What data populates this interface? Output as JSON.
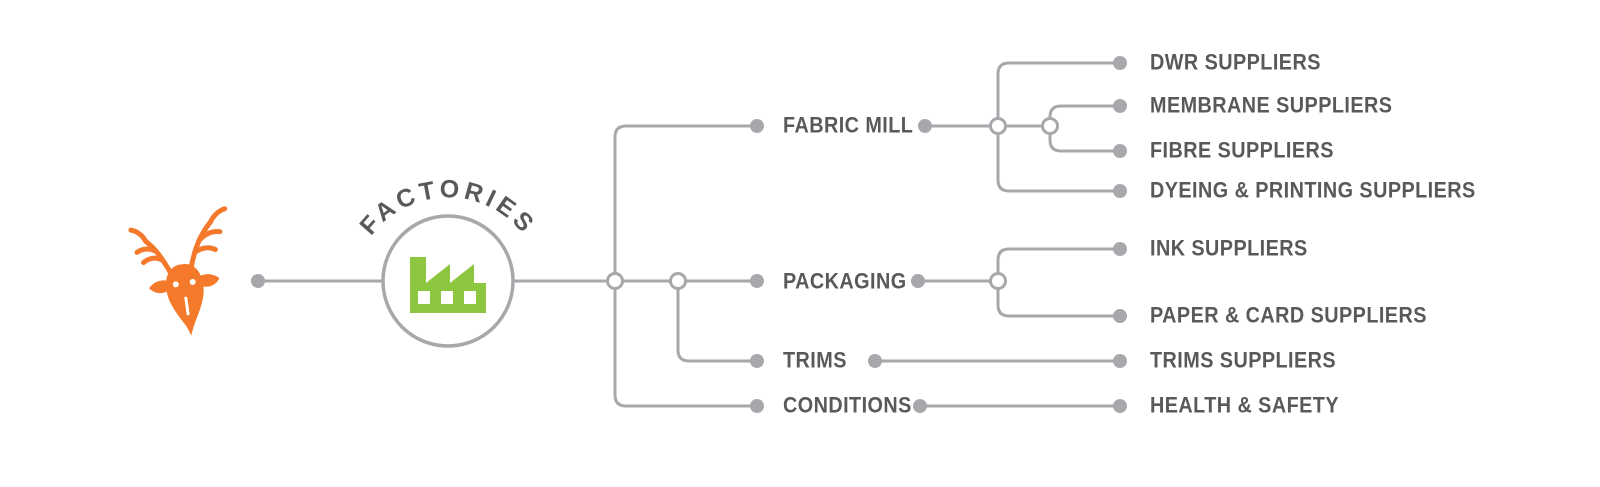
{
  "diagram": {
    "root": {
      "label": "FACTORIES"
    },
    "branches": [
      {
        "label": "FABRIC MILL",
        "children": [
          {
            "label": "DWR SUPPLIERS"
          },
          {
            "label": "MEMBRANE SUPPLIERS"
          },
          {
            "label": "FIBRE SUPPLIERS"
          },
          {
            "label": "DYEING & PRINTING SUPPLIERS"
          }
        ]
      },
      {
        "label": "PACKAGING",
        "children": [
          {
            "label": "INK SUPPLIERS"
          },
          {
            "label": "PAPER & CARD SUPPLIERS"
          }
        ]
      },
      {
        "label": "TRIMS",
        "children": [
          {
            "label": "TRIMS SUPPLIERS"
          }
        ]
      },
      {
        "label": "CONDITIONS",
        "children": [
          {
            "label": "HEALTH & SAFETY"
          }
        ]
      }
    ],
    "colors": {
      "line": "#A6A8AB",
      "text": "#58595B",
      "logo_orange": "#F4792B",
      "factory_green": "#8DC63F"
    }
  }
}
